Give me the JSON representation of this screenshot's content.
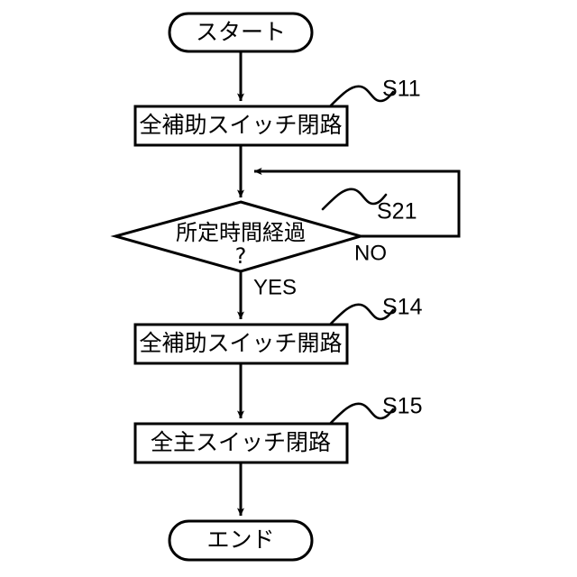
{
  "diagram": {
    "type": "flowchart",
    "title": "",
    "language": "ja",
    "background_color": "#ffffff",
    "line_color": "#000000",
    "nodes": [
      {
        "id": "start",
        "shape": "terminal",
        "label": "スタート",
        "ref": ""
      },
      {
        "id": "s11",
        "shape": "process",
        "label": "全補助スイッチ閉路",
        "ref": "S11"
      },
      {
        "id": "s21",
        "shape": "decision",
        "label_line1": "所定時間経過",
        "label_line2": "?",
        "ref": "S21"
      },
      {
        "id": "s14",
        "shape": "process",
        "label": "全補助スイッチ開路",
        "ref": "S14"
      },
      {
        "id": "s15",
        "shape": "process",
        "label": "全主スイッチ閉路",
        "ref": "S15"
      },
      {
        "id": "end",
        "shape": "terminal",
        "label": "エンド",
        "ref": ""
      }
    ],
    "branch_labels": {
      "yes": "YES",
      "no": "NO"
    }
  }
}
